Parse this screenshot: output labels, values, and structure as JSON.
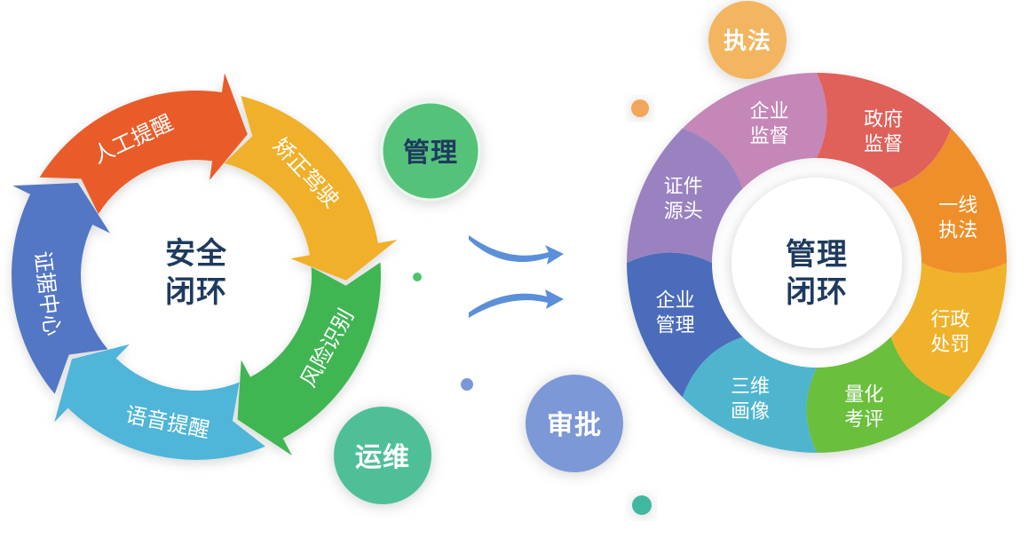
{
  "left_cycle": {
    "center_line1": "安全",
    "center_line2": "闭环",
    "segments": [
      {
        "label": "人工提醒",
        "color": "#e95b2a"
      },
      {
        "label": "矫正驾驶",
        "color": "#f0b02c"
      },
      {
        "label": "风险识别",
        "color": "#3fb653"
      },
      {
        "label": "语音提醒",
        "color": "#4fb5d9"
      },
      {
        "label": "证据中心",
        "color": "#5277c4"
      }
    ]
  },
  "bubbles": {
    "guanli": {
      "label": "管理",
      "color": "#55c27a"
    },
    "yunwei": {
      "label": "运维",
      "color": "#4fbf98"
    },
    "shenpi": {
      "label": "审批",
      "color": "#7b98d6"
    },
    "zhifa": {
      "label": "执法",
      "color": "#f3b560"
    }
  },
  "right_ring": {
    "center_line1": "管理",
    "center_line2": "闭环",
    "segments": [
      {
        "line1": "企业",
        "line2": "监督",
        "color": "#c586b8"
      },
      {
        "line1": "政府",
        "line2": "监督",
        "color": "#e0605a"
      },
      {
        "line1": "一线",
        "line2": "执法",
        "color": "#ef8f2c"
      },
      {
        "line1": "行政",
        "line2": "处罚",
        "color": "#f0b22c"
      },
      {
        "line1": "量化",
        "line2": "考评",
        "color": "#6abf3c"
      },
      {
        "line1": "三维",
        "line2": "画像",
        "color": "#4fb5cf"
      },
      {
        "line1": "企业",
        "line2": "管理",
        "color": "#4c6cba"
      },
      {
        "line1": "证件",
        "line2": "源头",
        "color": "#9a82c0"
      }
    ]
  },
  "colors": {
    "center_text": "#1e3a5f",
    "arrow": "#5b8fd9",
    "dot_orange": "#f2a65a",
    "dot_green": "#4fc36a",
    "dot_blue": "#7b98d6",
    "dot_teal": "#3fb8a0"
  }
}
